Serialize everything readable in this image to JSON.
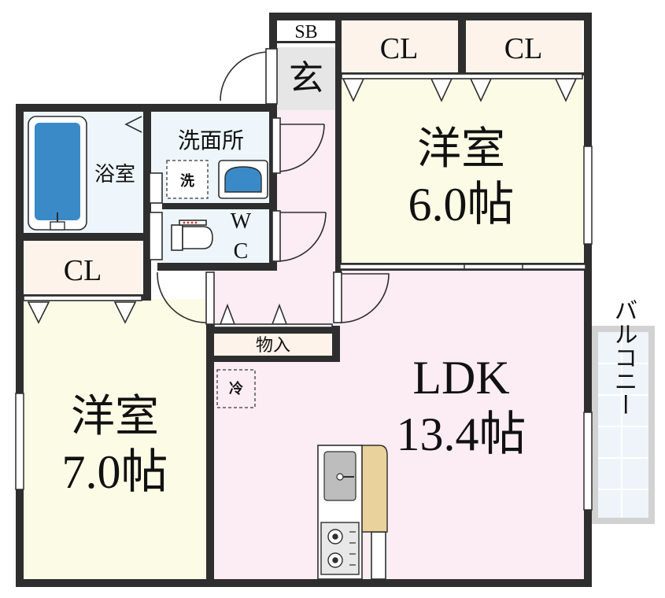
{
  "floor_plan": {
    "rooms": {
      "western_room_1": {
        "name": "洋室",
        "size": "6.0帖",
        "fill": "#fcfce6"
      },
      "western_room_2": {
        "name": "洋室",
        "size": "7.0帖",
        "fill": "#fcfce6"
      },
      "ldk": {
        "name": "LDK",
        "size": "13.4帖",
        "fill": "#fcecf3"
      },
      "bathroom": {
        "name": "浴室",
        "fill": "#eef6fc"
      },
      "washroom": {
        "name": "洗面所",
        "fill": "#eef6fc"
      },
      "wc": {
        "line1": "W",
        "line2": "C",
        "fill": "#eef6fc"
      },
      "entrance": {
        "name": "玄",
        "fill": "#e6e6e6"
      },
      "shoe_box": {
        "name": "SB"
      },
      "storage": {
        "name": "物入"
      },
      "balcony": {
        "name": "バルコニー",
        "fill": "#eef4fa"
      },
      "hall": {
        "fill": "#fcecf3"
      }
    },
    "closets": {
      "cl_top_left": "CL",
      "cl_top_right": "CL",
      "cl_left": "CL",
      "fill": "#fdf3ea"
    },
    "fixtures": {
      "washing_machine": "洗",
      "refrigerator": "冷"
    },
    "colors": {
      "wall": "#2e2e2e",
      "bathtub": "#3a8ac8",
      "counter": "#ead29c",
      "sink": "#bdbdbd"
    }
  }
}
